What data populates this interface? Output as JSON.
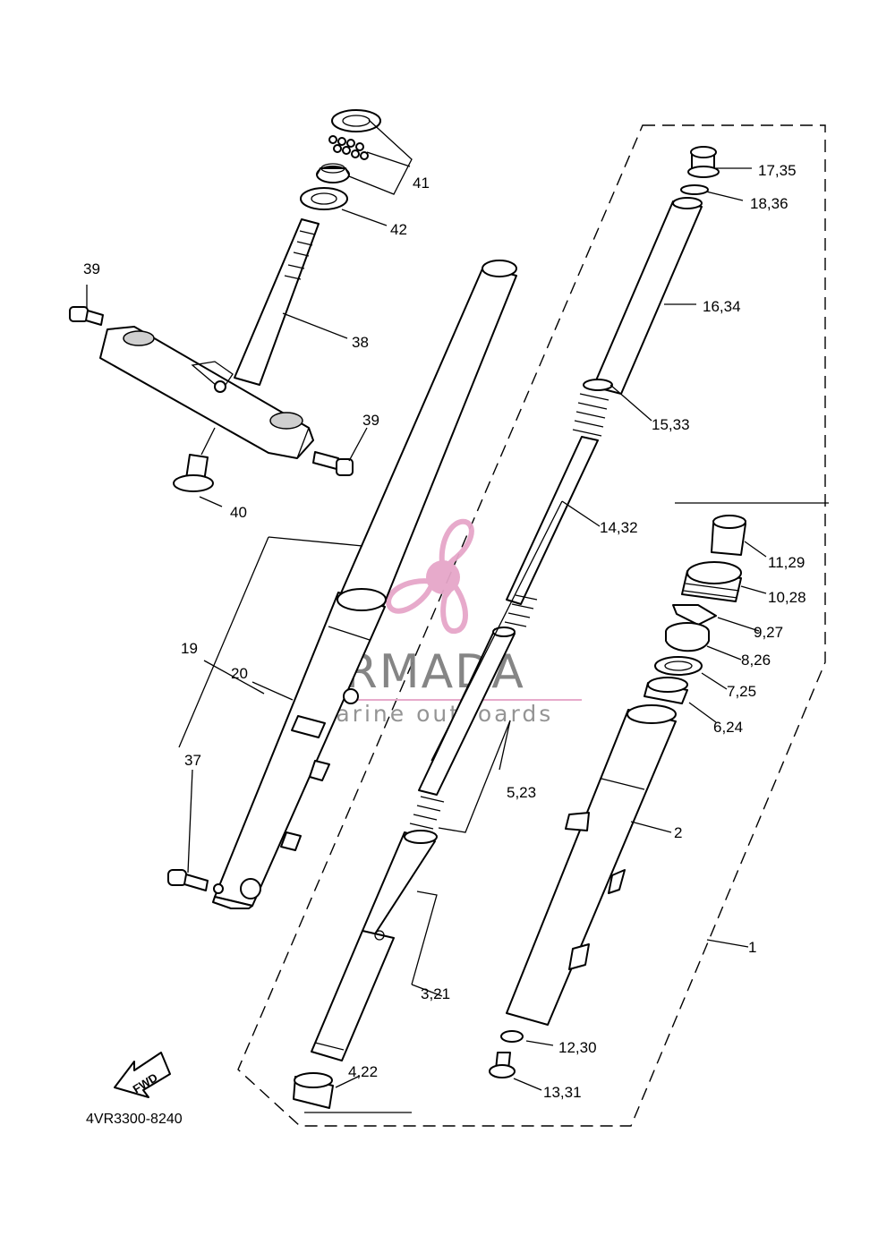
{
  "diagram": {
    "callouts": [
      {
        "id": "c41",
        "text": "41"
      },
      {
        "id": "c42",
        "text": "42"
      },
      {
        "id": "c39a",
        "text": "39"
      },
      {
        "id": "c38",
        "text": "38"
      },
      {
        "id": "c39b",
        "text": "39"
      },
      {
        "id": "c40",
        "text": "40"
      },
      {
        "id": "c1735",
        "text": "17,35"
      },
      {
        "id": "c1836",
        "text": "18,36"
      },
      {
        "id": "c1634",
        "text": "16,34"
      },
      {
        "id": "c1533",
        "text": "15,33"
      },
      {
        "id": "c1432",
        "text": "14,32"
      },
      {
        "id": "c1129",
        "text": "11,29"
      },
      {
        "id": "c1028",
        "text": "10,28"
      },
      {
        "id": "c927",
        "text": "9,27"
      },
      {
        "id": "c826",
        "text": "8,26"
      },
      {
        "id": "c725",
        "text": "7,25"
      },
      {
        "id": "c624",
        "text": "6,24"
      },
      {
        "id": "c19",
        "text": "19"
      },
      {
        "id": "c20",
        "text": "20"
      },
      {
        "id": "c37",
        "text": "37"
      },
      {
        "id": "c523",
        "text": "5,23"
      },
      {
        "id": "c2",
        "text": "2"
      },
      {
        "id": "c1",
        "text": "1"
      },
      {
        "id": "c321",
        "text": "3,21"
      },
      {
        "id": "c1230",
        "text": "12,30"
      },
      {
        "id": "c422",
        "text": "4,22"
      },
      {
        "id": "c1331",
        "text": "13,31"
      }
    ],
    "direction_arrow": "FWD",
    "drawing_code": "4VR3300-8240"
  },
  "watermark": {
    "brand": "ARMADA",
    "tagline": "marine outboards",
    "brand_color": "#7f7f7f",
    "accent_color": "#e6a6c9"
  }
}
